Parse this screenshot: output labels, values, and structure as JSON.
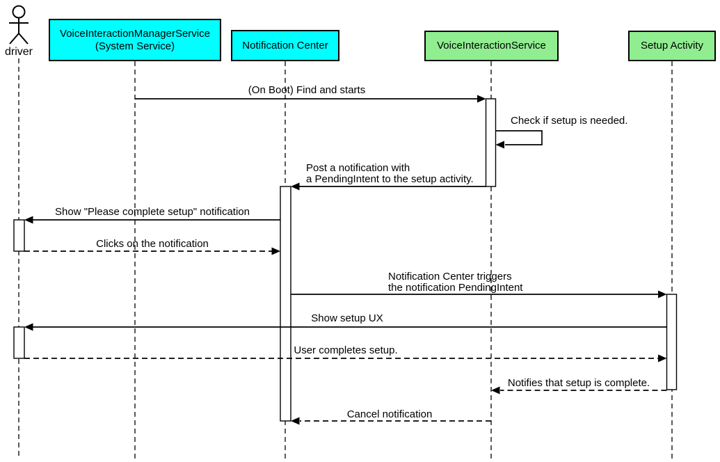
{
  "diagram_type": "uml-sequence-diagram",
  "colors": {
    "system_service_fill": "#00FFFF",
    "app_component_fill": "#90EE90",
    "line_color": "#000000",
    "background": "#FFFFFF",
    "activation_bar_fill": "#FFFFFF"
  },
  "participants": [
    {
      "id": "driver",
      "type": "actor",
      "label": "driver"
    },
    {
      "id": "vims",
      "type": "box",
      "label": "VoiceInteractionManagerService\n(System Service)",
      "fill": "#00FFFF"
    },
    {
      "id": "nc",
      "type": "box",
      "label": "Notification Center",
      "fill": "#00FFFF"
    },
    {
      "id": "vis",
      "type": "box",
      "label": "VoiceInteractionService",
      "fill": "#90EE90"
    },
    {
      "id": "sa",
      "type": "box",
      "label": "Setup Activity",
      "fill": "#90EE90"
    }
  ],
  "messages": [
    {
      "label": "(On Boot) Find and starts",
      "from": "vims",
      "to": "vis",
      "line": "solid"
    },
    {
      "label": "Check if setup is needed.",
      "from": "vis",
      "to": "vis",
      "line": "solid-self"
    },
    {
      "label": "Post a notification with\na PendingIntent to the setup activity.",
      "from": "vis",
      "to": "nc",
      "line": "solid"
    },
    {
      "label": "Show \"Please complete setup\" notification",
      "from": "nc",
      "to": "driver",
      "line": "solid"
    },
    {
      "label": "Clicks on the notification",
      "from": "driver",
      "to": "nc",
      "line": "dashed"
    },
    {
      "label": "Notification Center triggers\nthe notification PendingIntent",
      "from": "nc",
      "to": "sa",
      "line": "solid"
    },
    {
      "label": "Show setup UX",
      "from": "sa",
      "to": "driver",
      "line": "solid"
    },
    {
      "label": "User completes setup.",
      "from": "driver",
      "to": "sa",
      "line": "dashed"
    },
    {
      "label": "Notifies that setup is complete.",
      "from": "sa",
      "to": "vis",
      "line": "dashed"
    },
    {
      "label": "Cancel notification",
      "from": "vis",
      "to": "nc",
      "line": "dashed"
    }
  ]
}
